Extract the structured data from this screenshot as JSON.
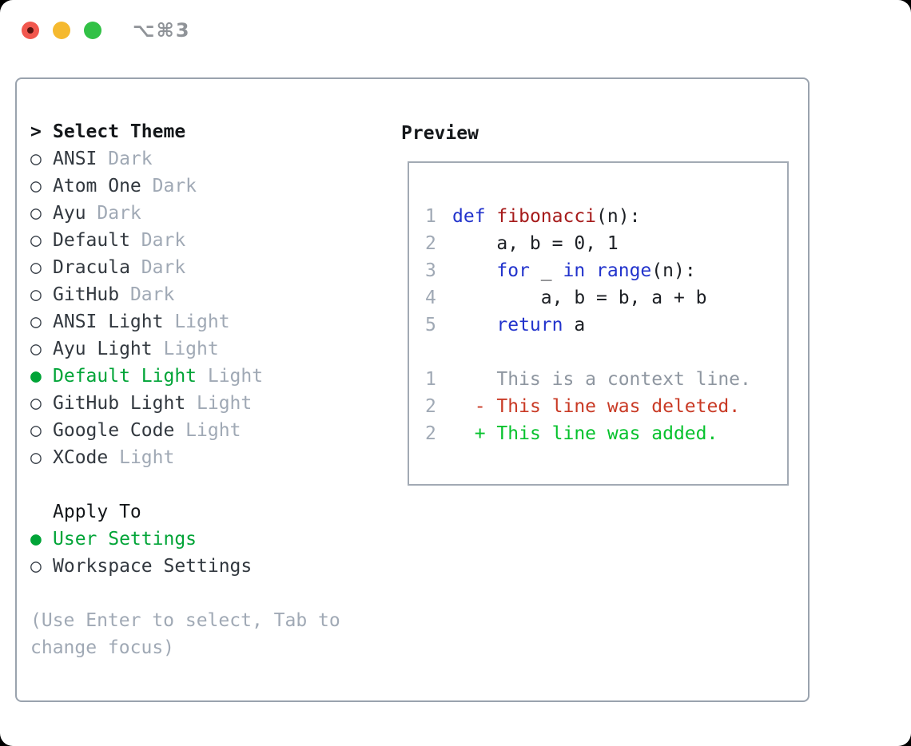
{
  "window": {
    "title": "⌥⌘3"
  },
  "icons": {
    "close_button": "traffic-light-red-with-dot",
    "minimize_button": "traffic-light-yellow",
    "zoom_button": "traffic-light-green",
    "radio_unselected": "○",
    "radio_selected": "●",
    "prompt": ">"
  },
  "theme_selector": {
    "header": "Select Theme",
    "items": [
      {
        "name": "ANSI",
        "variant": "Dark",
        "selected": false
      },
      {
        "name": "Atom One",
        "variant": "Dark",
        "selected": false
      },
      {
        "name": "Ayu",
        "variant": "Dark",
        "selected": false
      },
      {
        "name": "Default",
        "variant": "Dark",
        "selected": false
      },
      {
        "name": "Dracula",
        "variant": "Dark",
        "selected": false
      },
      {
        "name": "GitHub",
        "variant": "Dark",
        "selected": false
      },
      {
        "name": "ANSI Light",
        "variant": "Light",
        "selected": false
      },
      {
        "name": "Ayu Light",
        "variant": "Light",
        "selected": false
      },
      {
        "name": "Default Light",
        "variant": "Light",
        "selected": true
      },
      {
        "name": "GitHub Light",
        "variant": "Light",
        "selected": false
      },
      {
        "name": "Google Code",
        "variant": "Light",
        "selected": false
      },
      {
        "name": "XCode",
        "variant": "Light",
        "selected": false
      }
    ],
    "apply_to": {
      "header": "Apply To",
      "options": [
        {
          "name": "User Settings",
          "selected": true
        },
        {
          "name": "Workspace Settings",
          "selected": false
        }
      ]
    },
    "hint_lines": [
      "(Use Enter to select, Tab to",
      "change focus)"
    ]
  },
  "preview": {
    "heading": "Preview",
    "code_lines": [
      {
        "num": "1",
        "segments": [
          [
            "kw",
            "def"
          ],
          [
            "sp",
            " "
          ],
          [
            "fn",
            "fibonacci"
          ],
          [
            "sp",
            "(n):"
          ]
        ]
      },
      {
        "num": "2",
        "segments": [
          [
            "sp",
            "    a, b = 0, 1"
          ]
        ]
      },
      {
        "num": "3",
        "segments": [
          [
            "sp",
            "    "
          ],
          [
            "kw",
            "for"
          ],
          [
            "sp",
            " _ "
          ],
          [
            "kw",
            "in"
          ],
          [
            "sp",
            " "
          ],
          [
            "kw",
            "range"
          ],
          [
            "sp",
            "(n):"
          ]
        ]
      },
      {
        "num": "4",
        "segments": [
          [
            "sp",
            "        a, b = b, a + b"
          ]
        ]
      },
      {
        "num": "5",
        "segments": [
          [
            "sp",
            "    "
          ],
          [
            "kw",
            "return"
          ],
          [
            "sp",
            " a"
          ]
        ]
      }
    ],
    "diff_lines": [
      {
        "num": "1",
        "segments": [
          [
            "ctx",
            "    This is a context line."
          ]
        ]
      },
      {
        "num": "2",
        "segments": [
          [
            "sp",
            "  "
          ],
          [
            "del",
            "- This line was deleted."
          ]
        ]
      },
      {
        "num": "2",
        "segments": [
          [
            "sp",
            "  "
          ],
          [
            "add",
            "+ This line was added."
          ]
        ]
      }
    ]
  },
  "colors": {
    "selection_green": "#00a437",
    "added_green": "#06c22d",
    "deleted_red": "#c93a25",
    "keyword_blue": "#2233cc",
    "function_red": "#a61b1b",
    "muted_gray": "#a0a9b5",
    "context_gray": "#8e96a0",
    "text_dark": "#272c33",
    "border_gray": "#9aa3ae",
    "traffic_red": "#f1574e",
    "traffic_yellow": "#f5b92f",
    "traffic_green": "#32c146"
  }
}
